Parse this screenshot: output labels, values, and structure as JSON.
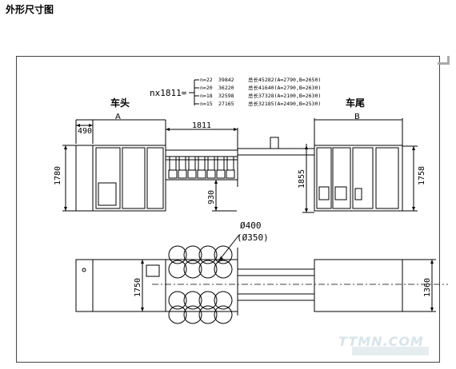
{
  "page_title": "外形尺寸图",
  "labels": {
    "head": "车头",
    "tail": "车尾",
    "section_a": "A",
    "section_b": "B"
  },
  "formula": {
    "prefix": "nx1811=",
    "rows": [
      {
        "n": "n=22",
        "len": "39842",
        "total": "总长45282(A=2790,B=2650)"
      },
      {
        "n": "n=20",
        "len": "36220",
        "total": "总长41640(A=2790,B=2630)"
      },
      {
        "n": "n=18",
        "len": "32598",
        "total": "总长37328(A=2100,B=2630)"
      },
      {
        "n": "n=15",
        "len": "27165",
        "total": "总长32185(A=2490,B=2530)"
      }
    ]
  },
  "dimensions": {
    "head_width": "490",
    "segment": "1811",
    "head_height": "1780",
    "rail_height": "930",
    "mid_height": "1855",
    "tail_height": "1758",
    "plan_width": "1750",
    "tail_plan_width": "1360",
    "pipe_outer": "Ø400",
    "pipe_inner": "(Ø350)"
  },
  "watermark": "TTMN.COM"
}
